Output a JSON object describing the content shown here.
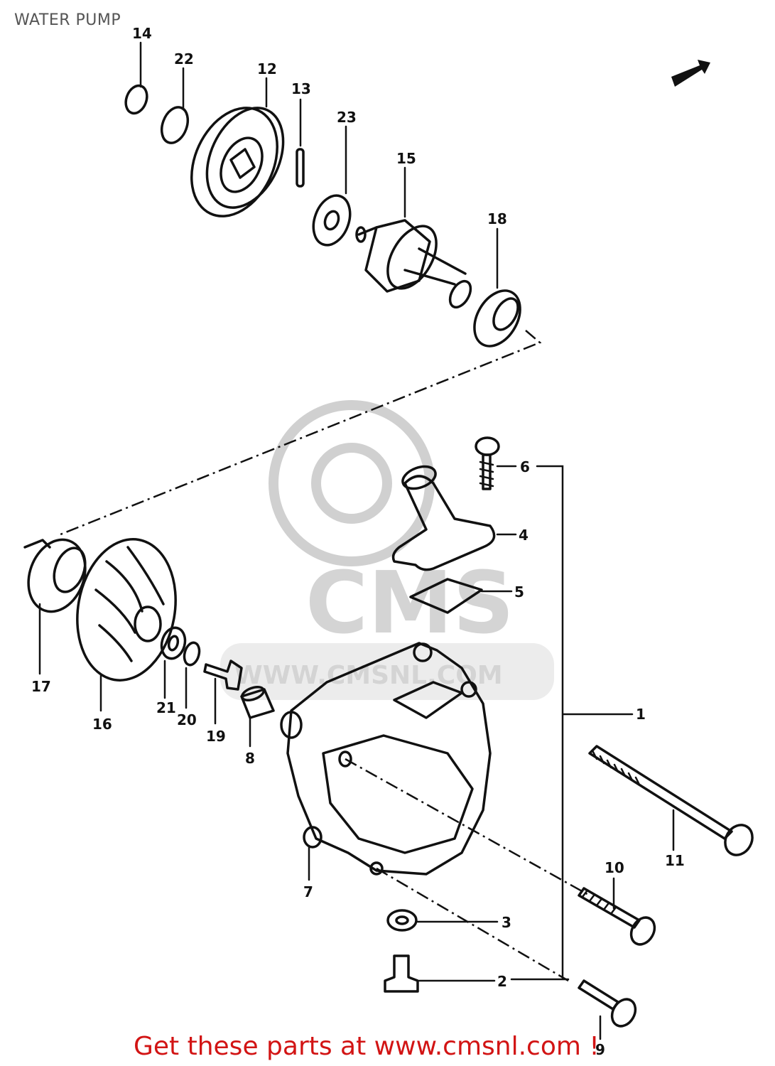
{
  "title": "WATER PUMP",
  "footer": "Get these parts at www.cmsnl.com !",
  "watermark": {
    "brand": "CMS",
    "url": "WWW.CMSNL.COM"
  },
  "colors": {
    "footer": "#d21414",
    "ink": "#111111",
    "title": "#555555",
    "watermark": "#d4d4d4"
  },
  "direction_icon": "front-arrow-icon",
  "callouts": [
    "1",
    "2",
    "3",
    "4",
    "5",
    "6",
    "7",
    "8",
    "9",
    "10",
    "11",
    "12",
    "13",
    "14",
    "15",
    "16",
    "17",
    "18",
    "19",
    "20",
    "21",
    "22",
    "23"
  ]
}
